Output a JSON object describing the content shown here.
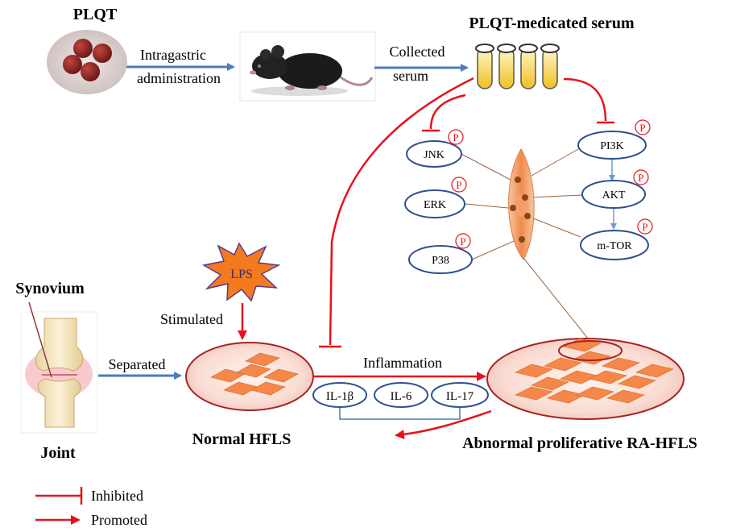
{
  "top": {
    "plqt_title": "PLQT",
    "route_line1": "Intragastric",
    "route_line2": "administration",
    "collected_line1": "Collected",
    "collected_line2": "serum",
    "serum_title": "PLQT-medicated serum"
  },
  "pathway": {
    "nodes": {
      "jnk": "JNK",
      "erk": "ERK",
      "p38": "P38",
      "pi3k": "PI3K",
      "akt": "AKT",
      "mtor": "m-TOR"
    },
    "phospho_mark": "P"
  },
  "stimulus": {
    "lps": "LPS",
    "stimulated": "Stimulated"
  },
  "joint": {
    "synovium": "Synovium",
    "joint": "Joint",
    "separated": "Separated"
  },
  "cells": {
    "normal": "Normal HFLS",
    "abnormal": "Abnormal proliferative RA-HFLS",
    "inflammation": "Inflammation"
  },
  "cytokines": [
    "IL-1β",
    "IL-6",
    "IL-17"
  ],
  "legend": {
    "inhibited": "Inhibited",
    "promoted": "Promoted"
  },
  "colors": {
    "red": "#e8111b",
    "blue": "#4a7ebb",
    "node_border": "#2f4f8f",
    "cell_orange": "#f28c4a"
  },
  "icons": [
    "pill-plate-icon",
    "mouse-icon",
    "serum-tubes-icon",
    "cell-icon",
    "joint-icon",
    "lps-burst-icon"
  ]
}
